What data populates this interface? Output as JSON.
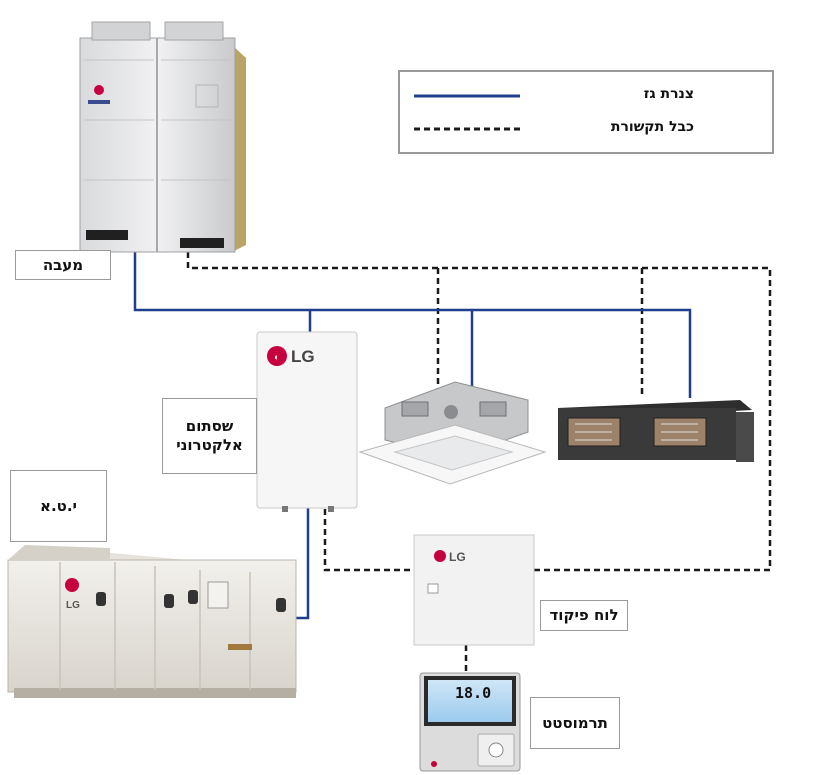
{
  "legend": {
    "gas_pipe_label": "צנרת גז",
    "comm_cable_label": "כבל תקשורת"
  },
  "labels": {
    "outdoor_unit": "מעבה",
    "electronic_valve_line1": "שסתום",
    "electronic_valve_line2": "אלקטרוני",
    "ahu": "י.ט.א",
    "control_panel": "לוח פיקוד",
    "thermostat": "תרמוסטט"
  },
  "brand": {
    "logo_text": "LG",
    "logo_color": "#c6003e"
  },
  "thermostat_display": {
    "temperature": "18.0"
  },
  "colors": {
    "gas_pipe": "#1f3f8c",
    "comm_cable": "#1a1a1a",
    "label_border": "#9a9a9a"
  },
  "icons": {
    "outdoor_unit": "vrf-outdoor-condenser",
    "electronic_valve": "ev-kit-box",
    "cassette": "ceiling-cassette-unit",
    "duct": "ducted-indoor-unit",
    "ahu": "air-handling-unit",
    "control_panel": "control-panel-box",
    "thermostat": "wall-thermostat"
  }
}
